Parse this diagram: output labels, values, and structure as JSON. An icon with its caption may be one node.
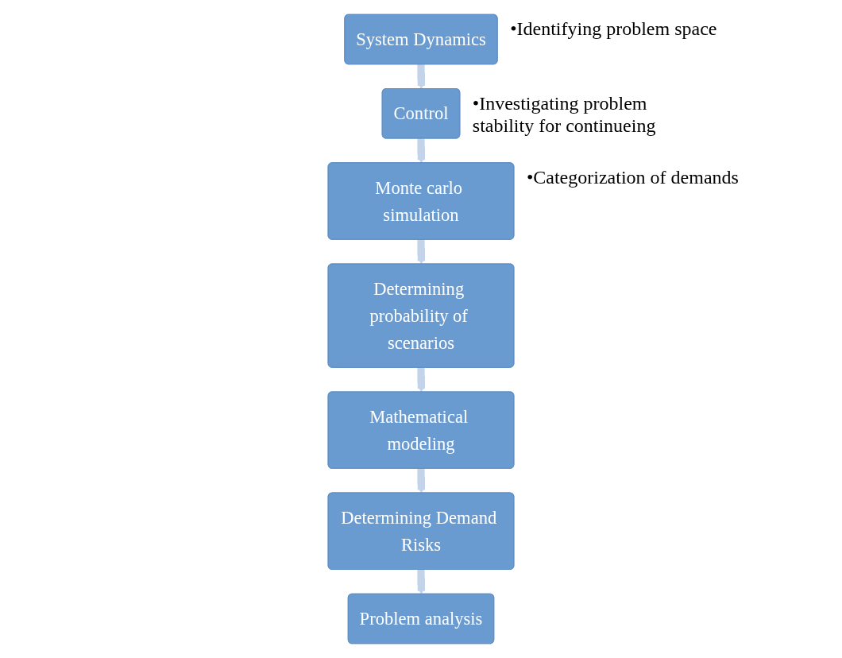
{
  "diagram": {
    "nodes": [
      {
        "text": [
          "System Dynamics"
        ],
        "beside": [
          "•Identifying problem space"
        ]
      },
      {
        "text": [
          "Control"
        ],
        "beside": [
          "•Investigating problem stability for continueing"
        ]
      },
      {
        "text": [
          "Monte carlo simulation"
        ],
        "beside": [
          "•Categorization of demands"
        ]
      },
      {
        "text": [
          "Determining probability of scenarios"
        ]
      },
      {
        "text": [
          "Mathematical modeling"
        ]
      },
      {
        "text": [
          "Determining Demand Risks"
        ]
      },
      {
        "text": [
          "Problem analysis"
        ]
      }
    ],
    "edges": [
      {
        "from": 0,
        "to": 1,
        "arrow": "to"
      },
      {
        "from": 1,
        "to": 2,
        "arrow": "to"
      },
      {
        "from": 2,
        "to": 3,
        "arrow": "to"
      },
      {
        "from": 3,
        "to": 4,
        "arrow": "to"
      },
      {
        "from": 4,
        "to": 5,
        "arrow": "to"
      },
      {
        "from": 5,
        "to": 6,
        "arrow": "to"
      }
    ]
  }
}
